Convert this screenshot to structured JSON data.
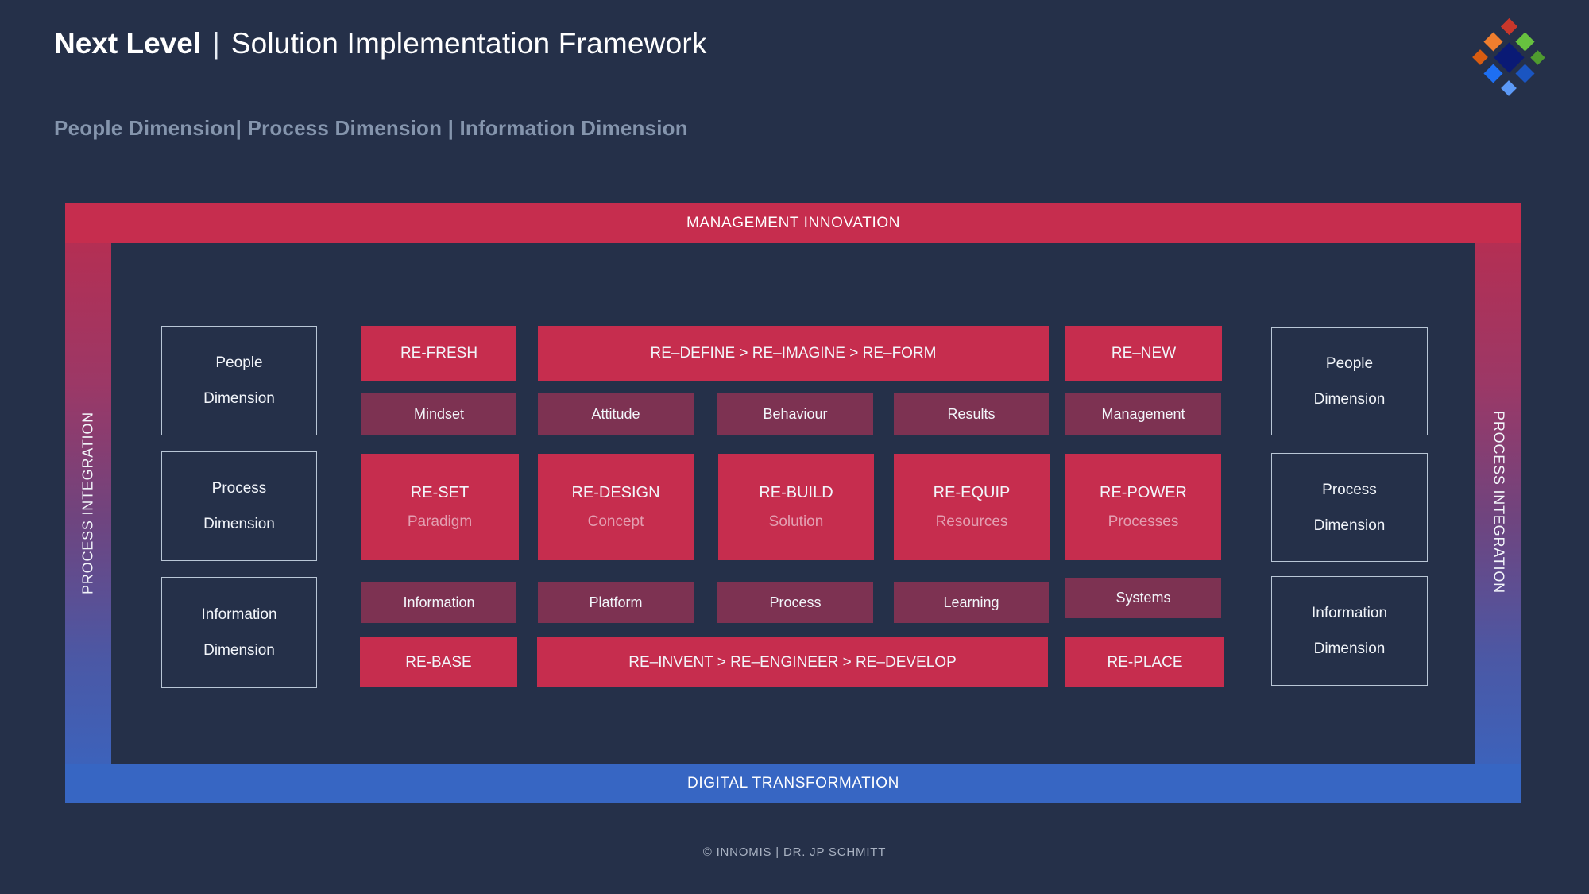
{
  "header": {
    "brand": "Next Level",
    "separator": "|",
    "title": "Solution Implementation Framework",
    "subtitle": "People Dimension| Process Dimension | Information Dimension"
  },
  "logo": {
    "diamond_colors": [
      "#c9372b",
      "#f07e2e",
      "#67c13f",
      "#d85c11",
      "#0a1a75",
      "#4f9b2f",
      "#1e6ff2",
      "#1a55c1",
      "#5c99f6"
    ]
  },
  "colors": {
    "red": "#c62d4e",
    "maroon": "#7d3252",
    "blue": "#3766c3",
    "purple_mid": "#70447e",
    "subtitle_pink": "#e39fb1"
  },
  "frame": {
    "top_label": "MANAGEMENT INNOVATION",
    "bottom_label": "DIGITAL TRANSFORMATION",
    "left_label": "PROCESS INTEGRATION",
    "right_label": "PROCESS INTEGRATION"
  },
  "side_panels": {
    "left": [
      {
        "line1": "People",
        "line2": "Dimension"
      },
      {
        "line1": "Process",
        "line2": "Dimension"
      },
      {
        "line1": "Information",
        "line2": "Dimension"
      }
    ],
    "right": [
      {
        "line1": "People",
        "line2": "Dimension"
      },
      {
        "line1": "Process",
        "line2": "Dimension"
      },
      {
        "line1": "Information",
        "line2": "Dimension"
      }
    ]
  },
  "grid": {
    "row1": {
      "left": "RE-FRESH",
      "center": "RE–DEFINE > RE–IMAGINE > RE–FORM",
      "right": "RE–NEW"
    },
    "row2": [
      "Mindset",
      "Attitude",
      "Behaviour",
      "Results",
      "Management"
    ],
    "row3": [
      {
        "title": "RE-SET",
        "subtitle": "Paradigm"
      },
      {
        "title": "RE-DESIGN",
        "subtitle": "Concept"
      },
      {
        "title": "RE-BUILD",
        "subtitle": "Solution"
      },
      {
        "title": "RE-EQUIP",
        "subtitle": "Resources"
      },
      {
        "title": "RE-POWER",
        "subtitle": "Processes"
      }
    ],
    "row4": [
      "Information",
      "Platform",
      "Process",
      "Learning",
      "Systems"
    ],
    "row5": {
      "left": "RE-BASE",
      "center": "RE–INVENT > RE–ENGINEER > RE–DEVELOP",
      "right": "RE-PLACE"
    }
  },
  "footer": {
    "text": "© INNOMIS | DR. JP SCHMITT"
  }
}
